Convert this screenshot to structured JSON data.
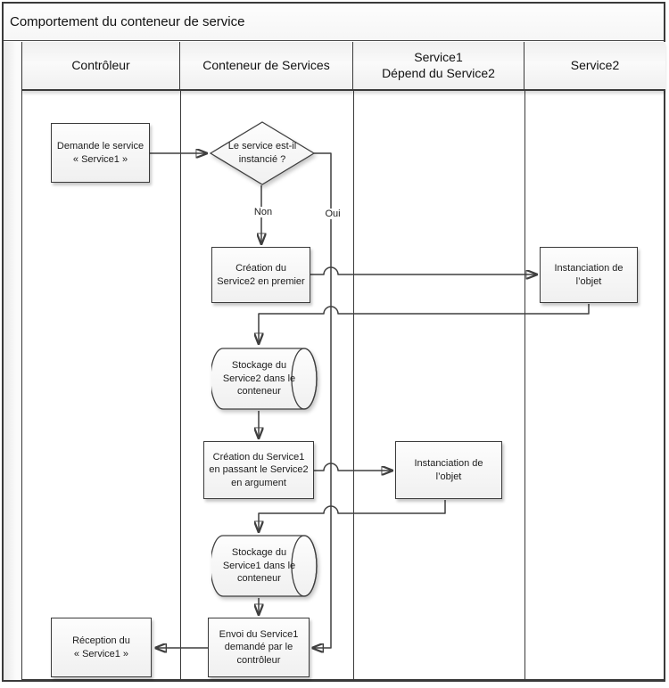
{
  "title": "Comportement du conteneur de service",
  "lanes": [
    {
      "label": "Contrôleur"
    },
    {
      "label": "Conteneur de Services"
    },
    {
      "label": "Service1\nDépend du Service2"
    },
    {
      "label": "Service2"
    }
  ],
  "nodes": {
    "demande": {
      "type": "process",
      "text": "Demande le service\n« Service1 »"
    },
    "decision": {
      "type": "decision",
      "text": "Le service est-il\ninstancié ?"
    },
    "creation2": {
      "type": "process",
      "text": "Création du\nService2 en premier"
    },
    "instanciation2": {
      "type": "process",
      "text": "Instanciation de\nl’objet"
    },
    "stockage2": {
      "type": "storage",
      "text": "Stockage du\nService2 dans le\nconteneur"
    },
    "creation1": {
      "type": "process",
      "text": "Création du Service1\nen passant le Service2\nen argument"
    },
    "instanciation1": {
      "type": "process",
      "text": "Instanciation de\nl’objet"
    },
    "stockage1": {
      "type": "storage",
      "text": "Stockage du\nService1 dans le\nconteneur"
    },
    "envoi": {
      "type": "process",
      "text": "Envoi du Service1\ndemandé par le\ncontrôleur"
    },
    "reception": {
      "type": "process",
      "text": "Réception du\n« Service1 »"
    }
  },
  "edge_labels": {
    "no": "Non",
    "yes": "Oui"
  },
  "colors": {
    "border": "#3a3a3a",
    "connector": "#3f3f3f",
    "shape_fill_top": "#fdfdfd",
    "shape_fill_bottom": "#f0f0f0"
  }
}
